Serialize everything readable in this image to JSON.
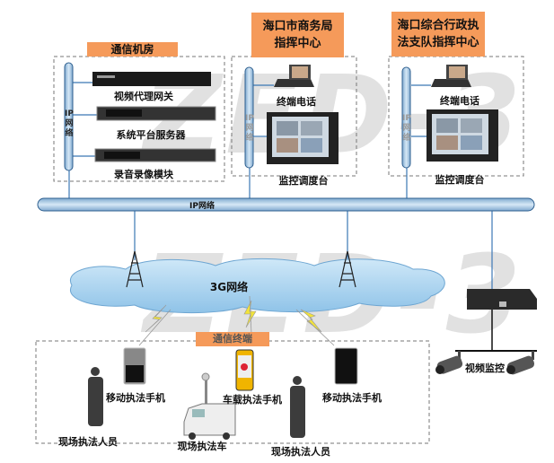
{
  "watermark": "ZED-3",
  "comm_room": {
    "title": "通信机房",
    "pipe_label": "IP网络",
    "devices": [
      "视频代理网关",
      "系统平台服务器",
      "录音录像模块"
    ]
  },
  "commerce_center": {
    "title_line1": "海口市商务局",
    "title_line2": "指挥中心",
    "pipe_label": "IP网络",
    "phone": "终端电话",
    "console": "监控调度台"
  },
  "enforcement_center": {
    "title_line1": "海口综合行政执",
    "title_line2": "法支队指挥中心",
    "pipe_label": "IP网络",
    "phone": "终端电话",
    "console": "监控调度台"
  },
  "backbone_label": "IP网络",
  "cloud_label": "3G网络",
  "terminals": {
    "title": "通信终端",
    "mobile_phone_1": "移动执法手机",
    "vehicle_phone": "车载执法手机",
    "mobile_phone_2": "移动执法手机"
  },
  "field": {
    "officer_1": "现场执法人员",
    "vehicle": "现场执法车",
    "officer_2": "现场执法人员"
  },
  "video_surveillance": "视频监控",
  "colors": {
    "orange": "#f59a5a",
    "pipe": "#a9cbe6",
    "cloud": "#a9d3ef"
  }
}
